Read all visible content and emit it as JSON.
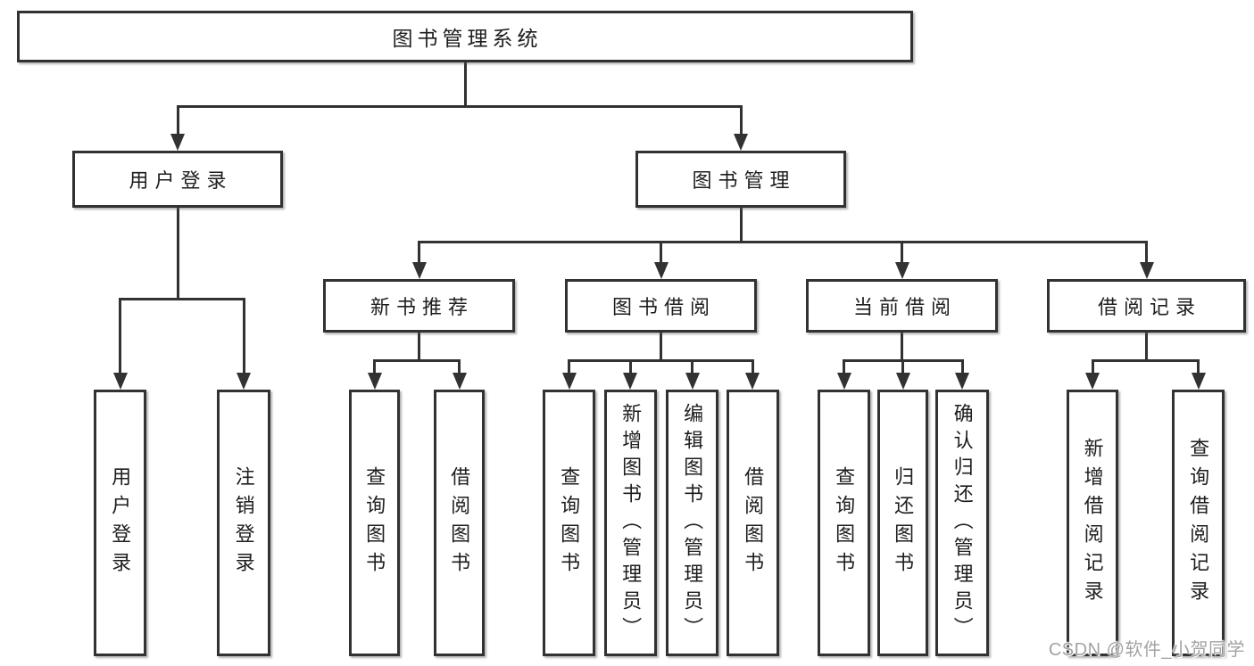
{
  "diagram": {
    "tree": {
      "label": "图书管理系统",
      "children": [
        {
          "label": "用户登录",
          "children": [
            {
              "label": "用户登录"
            },
            {
              "label": "注销登录"
            }
          ]
        },
        {
          "label": "图书管理",
          "children": [
            {
              "label": "新书推荐",
              "children": [
                {
                  "label": "查询图书"
                },
                {
                  "label": "借阅图书"
                }
              ]
            },
            {
              "label": "图书借阅",
              "children": [
                {
                  "label": "查询图书"
                },
                {
                  "label": "新增图书（管理员）"
                },
                {
                  "label": "编辑图书（管理员）"
                },
                {
                  "label": "借阅图书"
                }
              ]
            },
            {
              "label": "当前借阅",
              "children": [
                {
                  "label": "查询图书"
                },
                {
                  "label": "归还图书"
                },
                {
                  "label": "确认归还（管理员）"
                }
              ]
            },
            {
              "label": "借阅记录",
              "children": [
                {
                  "label": "新增借阅记录"
                },
                {
                  "label": "查询借阅记录"
                }
              ]
            }
          ]
        }
      ]
    }
  },
  "watermark": "CSDN @软件_小贺同学"
}
